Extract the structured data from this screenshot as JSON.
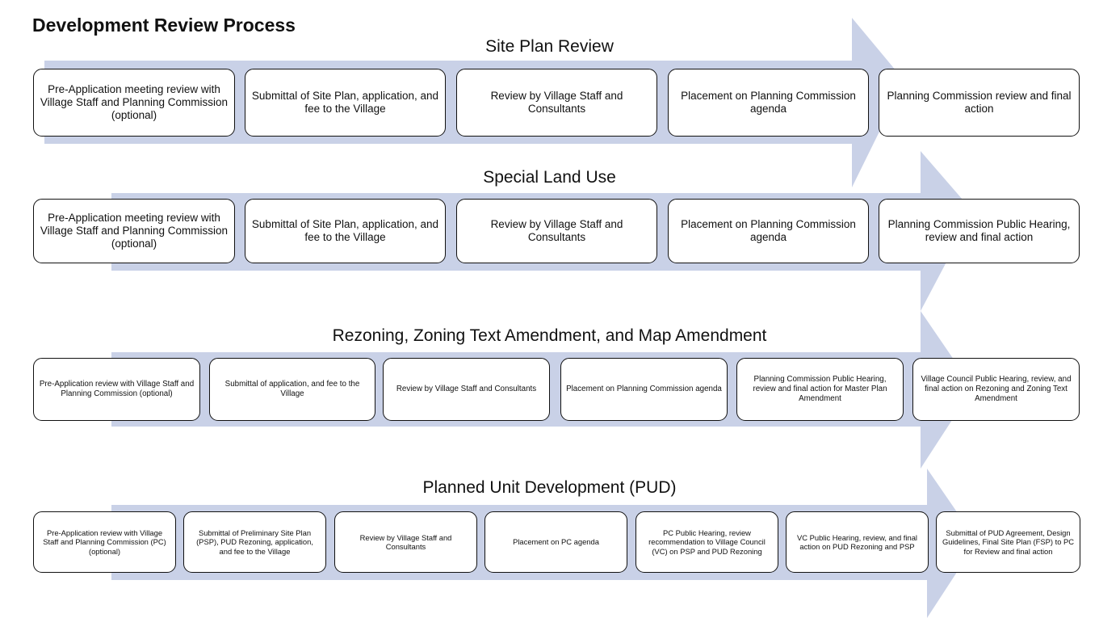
{
  "page_title": "Development Review Process",
  "colors": {
    "arrow": "#c9d1e7",
    "box_border": "#111111",
    "box_fill": "#ffffff"
  },
  "sections": [
    {
      "title": "Site Plan Review",
      "steps": [
        "Pre-Application meeting review with Village Staff and Planning Commission (optional)",
        "Submittal of Site Plan, application, and fee to the Village",
        "Review by Village Staff and Consultants",
        "Placement on Planning Commission agenda",
        "Planning Commission review and final action"
      ]
    },
    {
      "title": "Special Land Use",
      "steps": [
        "Pre-Application meeting review with Village Staff and Planning Commission (optional)",
        "Submittal of Site Plan, application, and fee to the Village",
        "Review by Village Staff and Consultants",
        "Placement on Planning Commission agenda",
        "Planning Commission Public Hearing, review and final action"
      ]
    },
    {
      "title": "Rezoning, Zoning Text Amendment, and Map Amendment",
      "steps": [
        "Pre-Application review with Village Staff and Planning Commission (optional)",
        "Submittal of application, and fee to the Village",
        "Review by Village Staff and Consultants",
        "Placement on Planning Commission agenda",
        "Planning Commission Public Hearing, review and final action for Master Plan Amendment",
        "Village Council Public Hearing, review, and final action on Rezoning and Zoning Text Amendment"
      ]
    },
    {
      "title": "Planned Unit Development (PUD)",
      "steps": [
        "Pre-Application review with Village Staff and Planning Commission (PC) (optional)",
        "Submittal of Preliminary Site Plan (PSP), PUD Rezoning, application, and fee to the Village",
        "Review by Village Staff and Consultants",
        "Placement on PC agenda",
        "PC Public Hearing, review recommendation to Village Council (VC) on PSP and PUD Rezoning",
        "VC Public Hearing, review, and final action on PUD Rezoning and PSP",
        "Submittal of PUD Agreement, Design Guidelines, Final Site Plan (FSP) to PC for Review and final action"
      ]
    }
  ]
}
